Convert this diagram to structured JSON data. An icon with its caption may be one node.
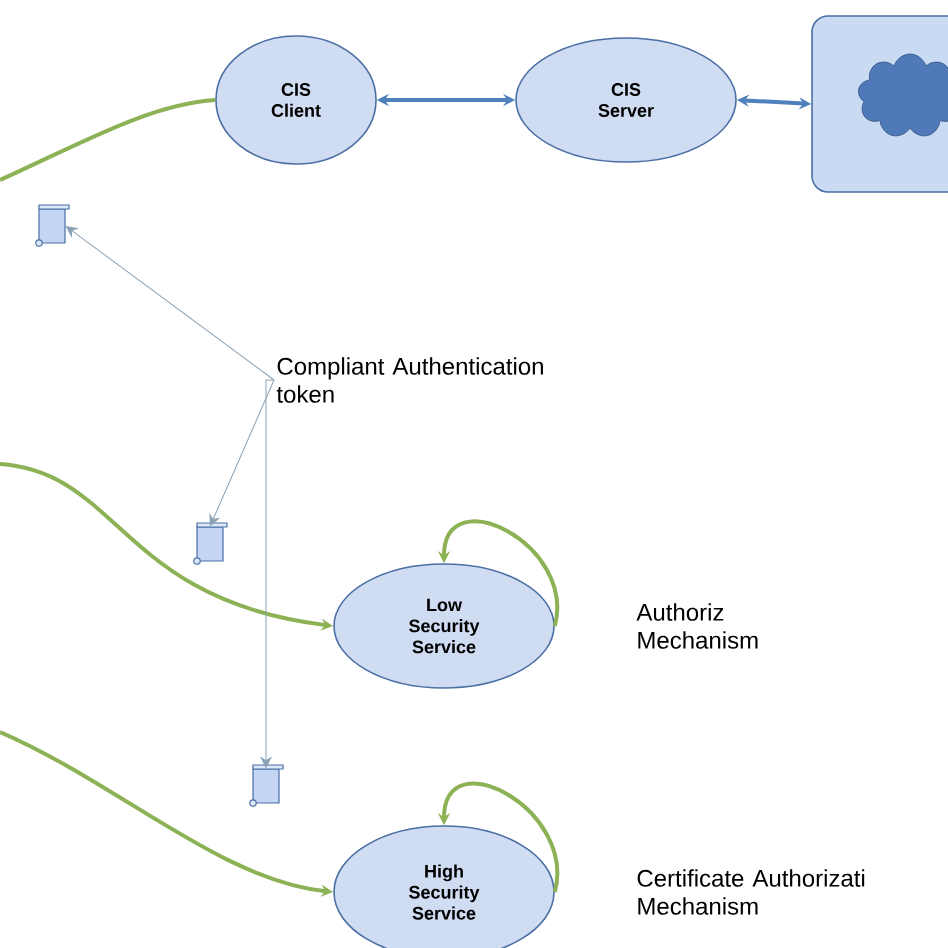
{
  "diagram": {
    "nodes": [
      {
        "text": [
          "CIS Client"
        ]
      },
      {
        "text": [
          "CIS Server"
        ]
      },
      {
        "text": [],
        "shape": "box"
      },
      {
        "text": [],
        "shape": "document"
      },
      {
        "text": [
          "Compliant Authentication token"
        ]
      },
      {
        "text": [],
        "shape": "document"
      },
      {
        "text": [
          "Low Security Service"
        ]
      },
      {
        "text": [],
        "shape": "document"
      },
      {
        "text": [
          "High Security Service"
        ]
      }
    ],
    "edges": [
      {
        "from": null,
        "to": 0,
        "arrow": "none"
      },
      {
        "from": null,
        "to": 6,
        "arrow": "to"
      },
      {
        "from": null,
        "to": 8,
        "arrow": "to"
      },
      {
        "from": 6,
        "to": 6,
        "arrow": "to"
      },
      {
        "from": 8,
        "to": 8,
        "arrow": "to"
      },
      {
        "from": 0,
        "to": 1,
        "arrow": "both",
        "color": "#4f81bd"
      },
      {
        "from": 1,
        "to": 2,
        "arrow": "both",
        "color": "#4f81bd"
      },
      {
        "from": 4,
        "to": 3,
        "arrow": "to",
        "color": "#8aa2b5"
      },
      {
        "from": 4,
        "to": 5,
        "arrow": "to",
        "color": "#8aa2b5"
      },
      {
        "from": 4,
        "to": 7,
        "arrow": "to",
        "color": "#8aa2b5"
      }
    ],
    "labels": [
      "Authoriz Mechanism",
      "Certificate Authorizati Mechanism"
    ]
  }
}
